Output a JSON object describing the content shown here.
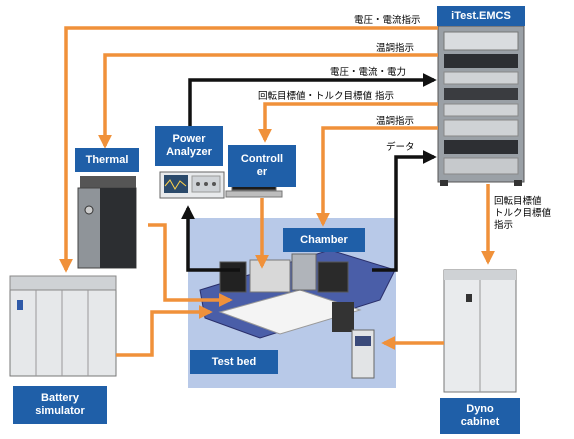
{
  "colors": {
    "label_box": "#1f5fa8",
    "arrow_orange": "#f0913a",
    "arrow_black": "#111111",
    "testbed_bg": "#b8c9e8"
  },
  "nodes": {
    "itest": "iTest.EMCS",
    "power_analyzer_line1": "Power",
    "power_analyzer_line2": "Analyzer",
    "thermal": "Thermal",
    "controller_line1": "Controll",
    "controller_line2": "er",
    "chamber": "Chamber",
    "test_bed": "Test bed",
    "battery_line1": "Battery",
    "battery_line2": "simulator",
    "dyno_line1": "Dyno",
    "dyno_line2": "cabinet"
  },
  "signals": {
    "voltage_current_cmd": "電圧・電流指示",
    "temp_cmd_thermal": "温調指示",
    "voltage_current_power": "電圧・電流・電力",
    "rotation_torque_cmd": "回転目標値・トルク目標値 指示",
    "temp_cmd_chamber": "温調指示",
    "data": "データ",
    "dyno_cmd_line1": "回転目標値",
    "dyno_cmd_line2": "トルク目標値",
    "dyno_cmd_line3": "指示"
  }
}
